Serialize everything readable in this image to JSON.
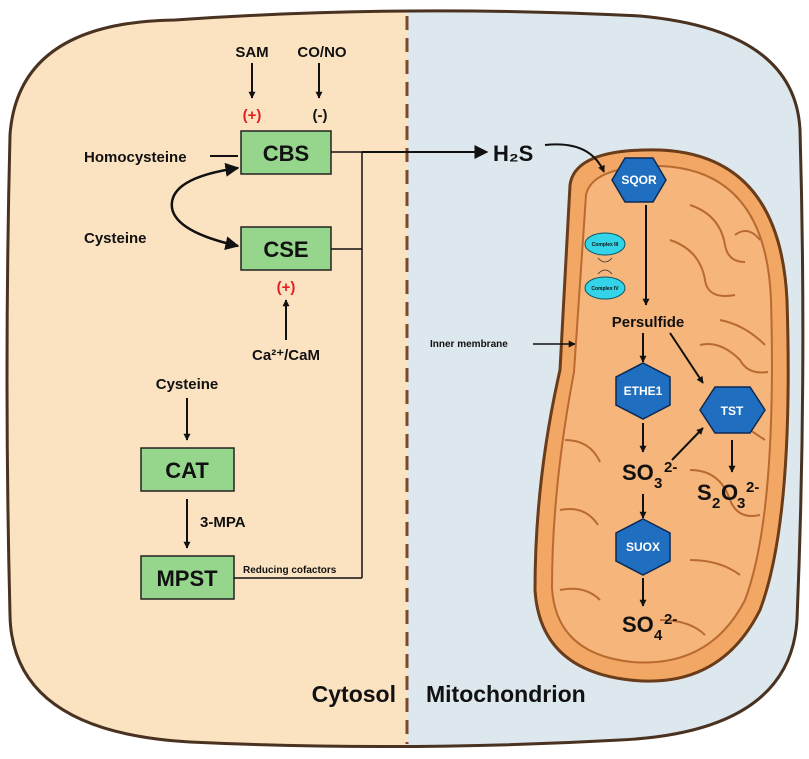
{
  "regions": {
    "cytosol": "Cytosol",
    "mitochondrion": "Mitochondrion"
  },
  "enzymes": {
    "cbs": "CBS",
    "cse": "CSE",
    "cat": "CAT",
    "mpst": "MPST"
  },
  "regulators": {
    "sam": "SAM",
    "co_no": "CO/NO",
    "sam_effect": "(+)",
    "co_no_effect": "(-)",
    "ca_cam": "Ca²⁺/CaM",
    "ca_cam_effect": "(+)"
  },
  "substrates": {
    "homocysteine": "Homocysteine",
    "cysteine_1": "Cysteine",
    "cysteine_2": "Cysteine",
    "three_mpa": "3-MPA",
    "reducing_cofactors": "Reducing cofactors"
  },
  "mito": {
    "h2s": "H₂S",
    "sqor": "SQOR",
    "complex_iii": "Complex III",
    "complex_iv": "Complex IV",
    "persulfide": "Persulfide",
    "inner_membrane": "Inner membrane",
    "ethe1": "ETHE1",
    "tst": "TST",
    "suox": "SUOX",
    "so3": "SO",
    "so3_sub": "3",
    "so3_sup": "2-",
    "s2o3_s": "S",
    "s2o3_sub1": "2",
    "s2o3_o": "O",
    "s2o3_sub2": "3",
    "s2o3_sup": "2-",
    "so4": "SO",
    "so4_sub": "4",
    "so4_sup": "2-"
  },
  "colors": {
    "cytosol_bg": "#fbe3c2",
    "mito_bg": "#dde8ee",
    "mitochondrion_fill": "#f3a866",
    "enzyme_box": "#96d68c",
    "hexagon": "#1f6ec0",
    "complex_ellipse": "#33d4e8",
    "effect_red": "#e02020"
  }
}
